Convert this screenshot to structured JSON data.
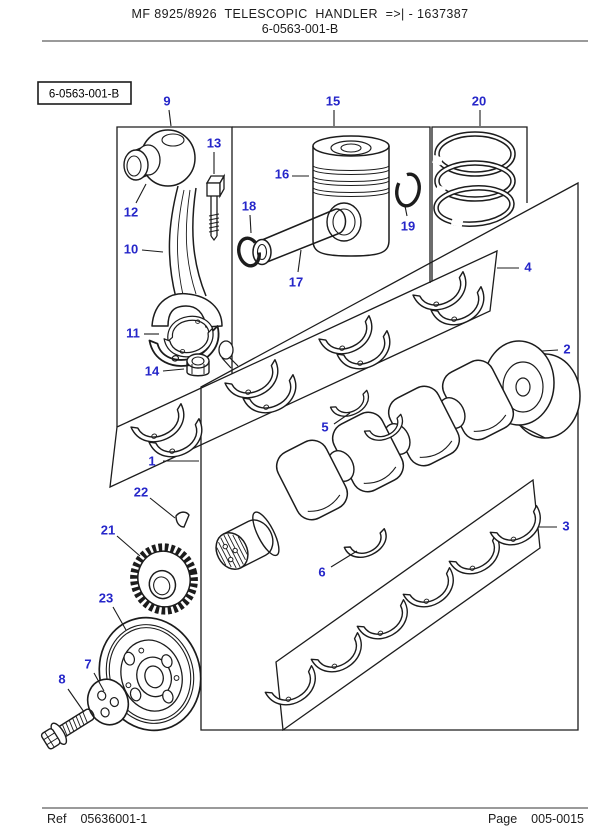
{
  "header": {
    "line1": "MF 8925/8926  TELESCOPIC  HANDLER  =>| - 1637387",
    "line2": "6-0563-001-B"
  },
  "ref_box": {
    "label": "6-0563-001-B"
  },
  "footer": {
    "ref_label": "Ref",
    "ref_value": "05636001-1",
    "page_label": "Page",
    "page_value": "005-0015"
  },
  "diagram": {
    "description": "Exploded view of crankshaft, connecting rod, piston and bearings",
    "callouts": [
      {
        "label": "1"
      },
      {
        "label": "2"
      },
      {
        "label": "3"
      },
      {
        "label": "4"
      },
      {
        "label": "5"
      },
      {
        "label": "6"
      },
      {
        "label": "7"
      },
      {
        "label": "8"
      },
      {
        "label": "9"
      },
      {
        "label": "10"
      },
      {
        "label": "11"
      },
      {
        "label": "12"
      },
      {
        "label": "13"
      },
      {
        "label": "14"
      },
      {
        "label": "15"
      },
      {
        "label": "16"
      },
      {
        "label": "17"
      },
      {
        "label": "18"
      },
      {
        "label": "19"
      },
      {
        "label": "20"
      },
      {
        "label": "21"
      },
      {
        "label": "22"
      },
      {
        "label": "23"
      }
    ]
  },
  "colors": {
    "callout_blue": "#2526c9",
    "line": "#1c1c1c",
    "rule_gray": "#9a9a9a"
  }
}
